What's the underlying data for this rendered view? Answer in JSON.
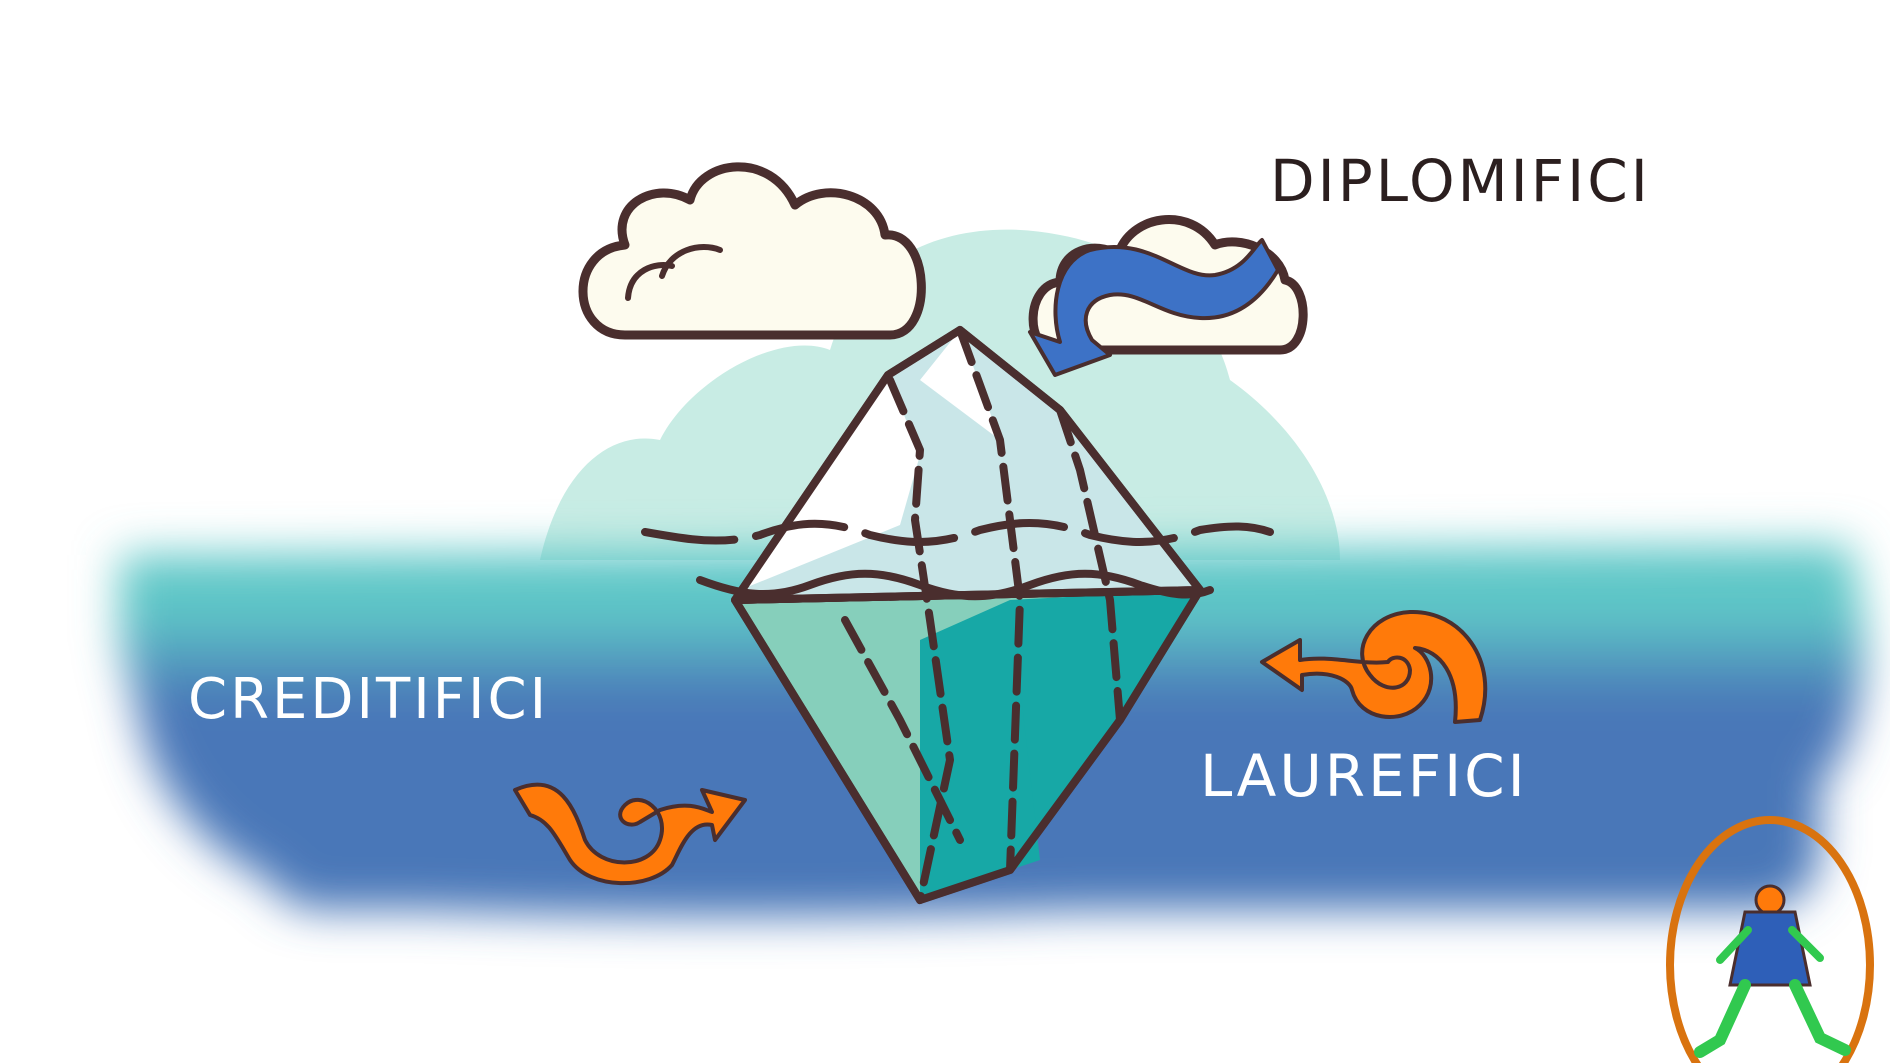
{
  "labels": {
    "top_right": "DIPLOMIFICI",
    "left": "CREDITIFICI",
    "right": "LAUREFICI"
  },
  "colors": {
    "sea_top": "#5fc7c7",
    "sea_deep": "#4a77b8",
    "sky_hill": "#c8ece4",
    "ice_light": "#c9e6e8",
    "ice_teal": "#86cfbb",
    "ice_dark": "#17a8a6",
    "outline": "#4a2e2e",
    "cloud_fill": "#fdfbee",
    "arrow_orange": "#ff7a0a",
    "arrow_blue": "#3d72c6"
  },
  "icons": {
    "clouds": [
      "cloud-left-icon",
      "cloud-right-icon"
    ],
    "iceberg": "iceberg-icon",
    "arrows": [
      "curly-arrow-blue-icon",
      "curly-arrow-orange-right-icon",
      "curly-arrow-orange-left-icon"
    ],
    "mascot": "jester-mascot-icon"
  }
}
